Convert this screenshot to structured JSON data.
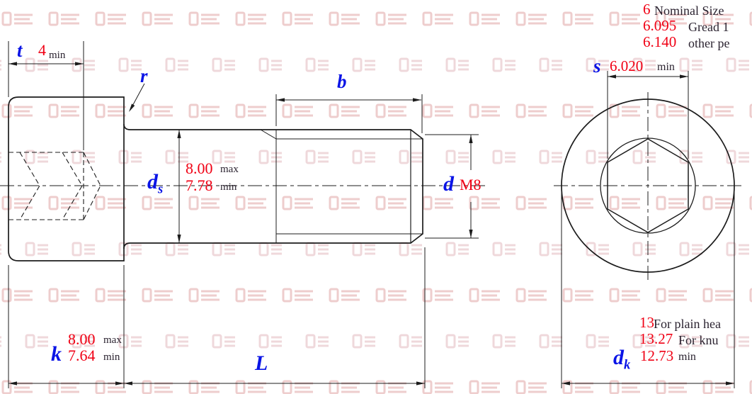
{
  "colors": {
    "label_blue": "#0a14e6",
    "value_red": "#f00014",
    "note_dark": "#2b2330",
    "line_black": "#1c1c1c",
    "watermark_pink": "#dd9b9b"
  },
  "side_view": {
    "socket_depth": {
      "label": "t",
      "value": "4",
      "qualifier": "min"
    },
    "fillet": {
      "label": "r"
    },
    "thread_length": {
      "label": "b"
    },
    "shank_diameter": {
      "label": "d",
      "label_sub": "s",
      "max_value": "8.00",
      "max_qualifier": "max",
      "min_value": "7.78",
      "min_qualifier": "min"
    },
    "thread": {
      "label": "d",
      "value": "M8"
    },
    "length": {
      "label": "L"
    },
    "head_height": {
      "label": "k",
      "max_value": "8.00",
      "max_qualifier": "max",
      "min_value": "7.64",
      "min_qualifier": "min"
    }
  },
  "end_view": {
    "socket_width": {
      "label": "s",
      "nominal_value": "6",
      "nominal_note": "Nominal Size",
      "grade_value": "6.095",
      "grade_note": "Gread 1",
      "other_value": "6.140",
      "other_note": "other pe",
      "min_value": "6.020",
      "min_qualifier": "min"
    },
    "head_diameter": {
      "label": "d",
      "label_sub": "k",
      "plain_value": "13",
      "plain_note": "For plain hea",
      "knurled_value": "13.27",
      "knurled_note": "For knu",
      "min_value": "12.73",
      "min_qualifier": "min"
    }
  }
}
